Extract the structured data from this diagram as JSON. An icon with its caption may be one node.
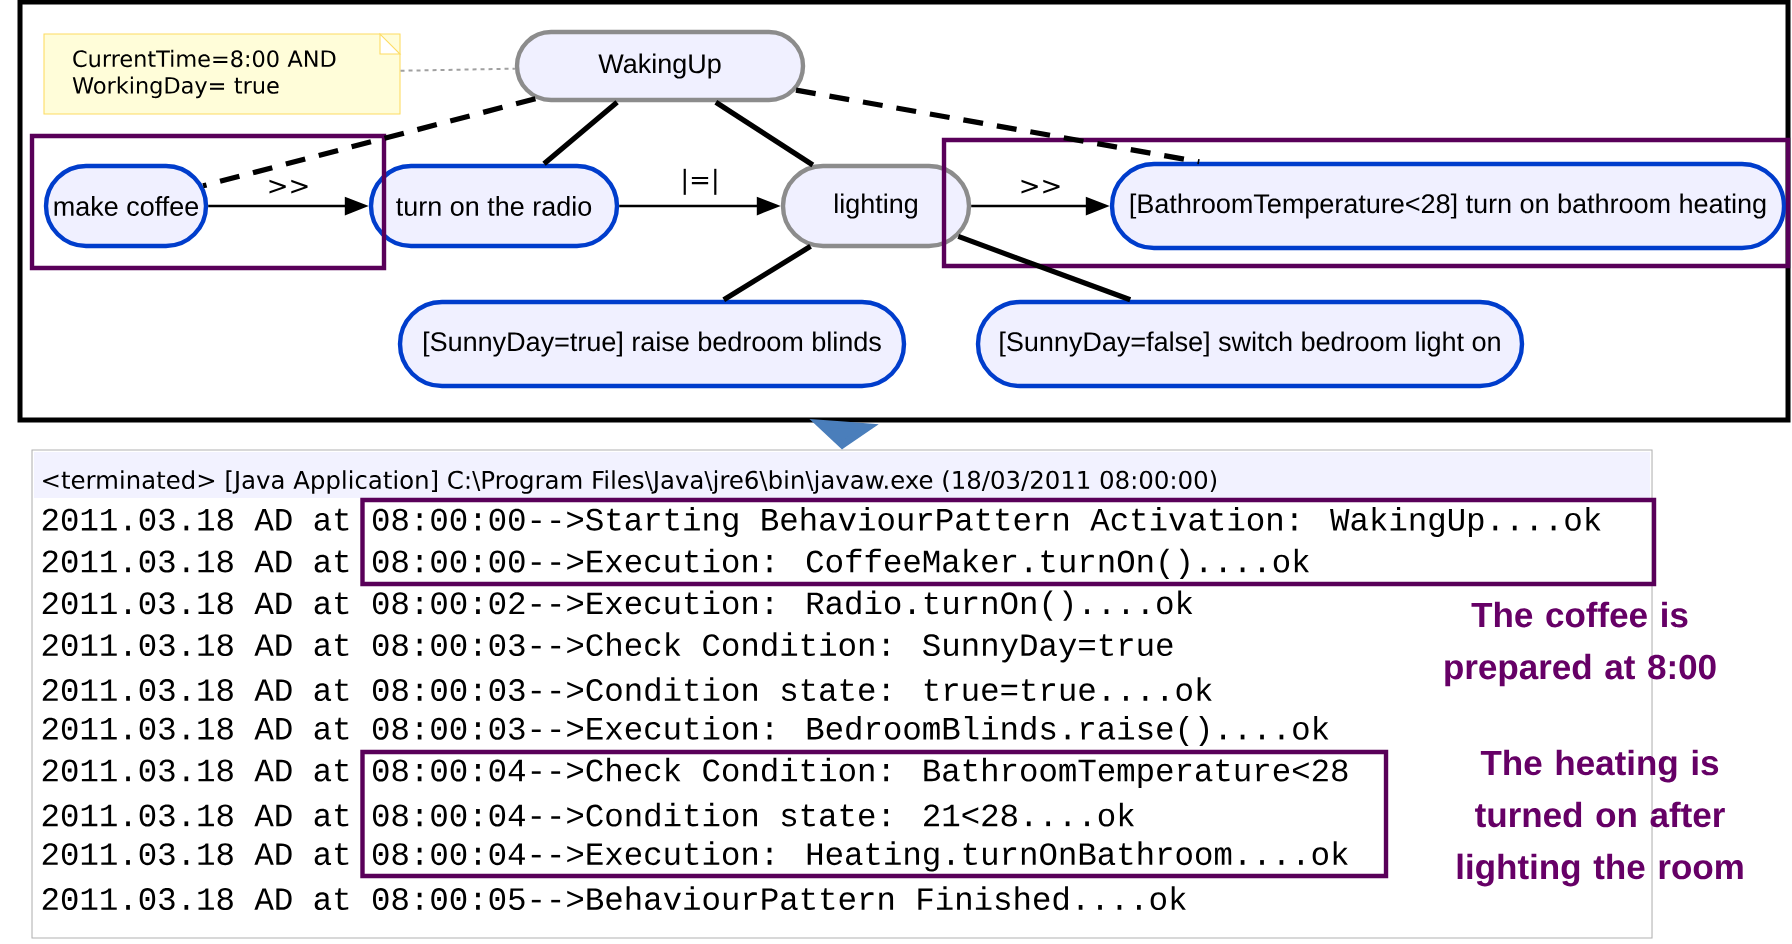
{
  "diagram": {
    "nodes": [
      {
        "text": [],
        "shape": "box"
      },
      {
        "text": [
          "CurrentTime=8:00 AND WorkingDay= true"
        ],
        "in": 0
      },
      {
        "text": [
          "WakingUp"
        ],
        "in": 0
      },
      {
        "text": [
          "make coffee"
        ],
        "in": 0
      },
      {
        "text": [
          "turn on the radio"
        ],
        "in": 0
      },
      {
        "text": [
          "lighting"
        ],
        "in": 0
      },
      {
        "text": [
          "[BathroomTemperature<28] turn on bathroom heating"
        ],
        "in": 0
      },
      {
        "text": [
          "[SunnyDay=true] raise bedroom blinds"
        ],
        "in": 0
      },
      {
        "text": [
          "[SunnyDay=false] switch bedroom light on"
        ],
        "in": 0
      },
      {
        "text": [
          "<terminated> [Java Application] C:\\Program Files\\Java\\jre6\\bin\\javaw.exe (18/03/2011 08:00:00)",
          "2011.03.18 AD at 08:00:00-->Starting BehaviourPattern Activation: WakingUp....ok",
          "2011.03.18 AD at 08:00:00-->Execution: CoffeeMaker.turnOn()....ok",
          "2011.03.18 AD at 08:00:02-->Execution: Radio.turnOn()....ok",
          "2011.03.18 AD at 08:00:03-->Check Condition: SunnyDay=true",
          "2011.03.18 AD at 08:00:03-->Condition state: true=true....ok",
          "2011.03.18 AD at 08:00:03-->Execution: BedroomBlinds.raise()....ok",
          "2011.03.18 AD at 08:00:04-->Check Condition: BathroomTemperature<28",
          "2011.03.18 AD at 08:00:04-->Condition state: 21<28....ok",
          "2011.03.18 AD at 08:00:04-->Execution: Heating.turnOnBathroom....ok",
          "2011.03.18 AD at 08:00:05-->BehaviourPattern Finished....ok"
        ]
      }
    ],
    "edges": [
      {
        "from": 1,
        "to": 2,
        "arrow": "none",
        "style": "dashed",
        "color": "#a0a0a0"
      },
      {
        "from": 2,
        "to": 3,
        "arrow": "none",
        "style": "dashed"
      },
      {
        "from": 2,
        "to": 4,
        "arrow": "none"
      },
      {
        "from": 2,
        "to": 5,
        "arrow": "none"
      },
      {
        "from": 2,
        "to": 6,
        "arrow": "none",
        "style": "dashed"
      },
      {
        "from": 3,
        "to": 4,
        "arrow": "to",
        "label": ">>"
      },
      {
        "from": 4,
        "to": 5,
        "arrow": "to",
        "label": "|=|"
      },
      {
        "from": 5,
        "to": 6,
        "arrow": "to",
        "label": ">>"
      },
      {
        "from": 5,
        "to": 7,
        "arrow": "none"
      },
      {
        "from": 5,
        "to": 8,
        "arrow": "none"
      },
      {
        "from": 0,
        "to": 9,
        "arrow": "to",
        "style": "thick",
        "color": "#4a7ebb"
      }
    ],
    "labels": [
      "The coffee is prepared at 8:00",
      "The heating is turned on after lighting the room"
    ]
  }
}
